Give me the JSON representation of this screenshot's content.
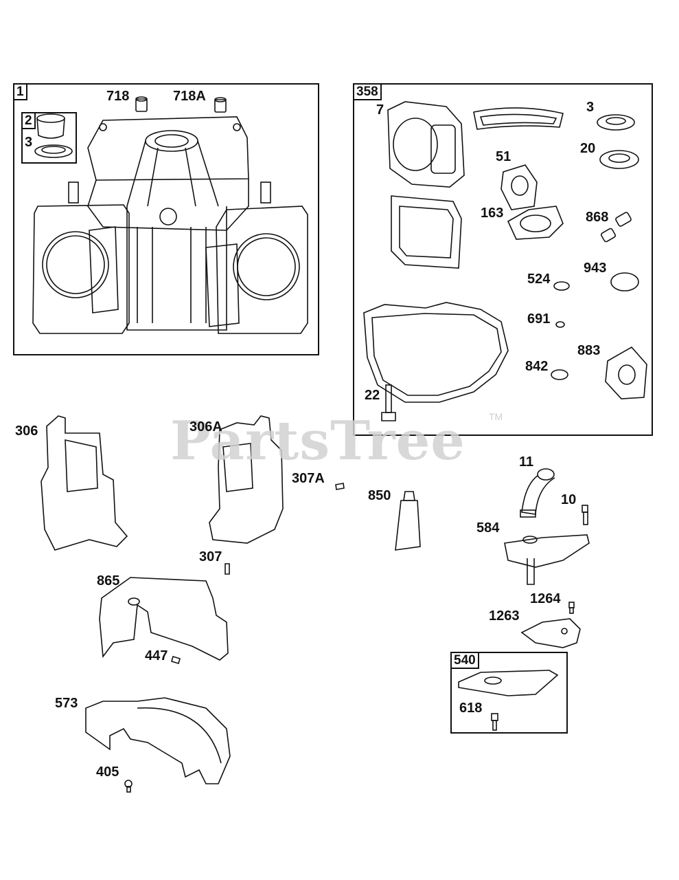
{
  "watermark": {
    "text": "PartsTree",
    "trademark": "TM"
  },
  "groups": [
    {
      "id": "1",
      "label": "1"
    },
    {
      "id": "2",
      "label": "2"
    },
    {
      "id": "358",
      "label": "358"
    },
    {
      "id": "540",
      "label": "540"
    }
  ],
  "callouts": {
    "p718": "718",
    "p718A": "718A",
    "p3a": "3",
    "p7": "7",
    "p3b": "3",
    "p20": "20",
    "p51": "51",
    "p163": "163",
    "p868": "868",
    "p524": "524",
    "p943": "943",
    "p691": "691",
    "p883": "883",
    "p842": "842",
    "p22": "22",
    "p306": "306",
    "p306A": "306A",
    "p307A": "307A",
    "p850": "850",
    "p307": "307",
    "p11": "11",
    "p10": "10",
    "p584": "584",
    "p865": "865",
    "p447": "447",
    "p1264": "1264",
    "p1263": "1263",
    "p573": "573",
    "p405": "405",
    "p618": "618"
  },
  "colors": {
    "line": "#111111",
    "watermark": "#d2d2d2",
    "background": "#ffffff"
  }
}
